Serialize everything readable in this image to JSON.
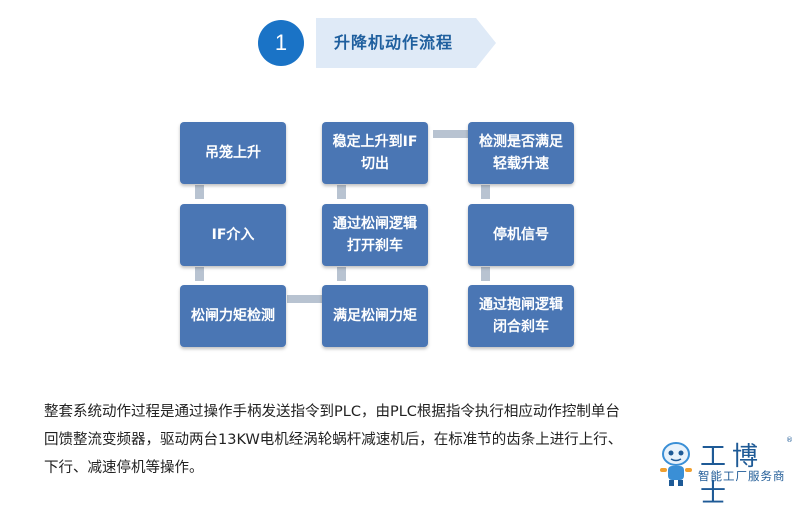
{
  "header": {
    "number": "1",
    "title": "升降机动作流程",
    "accent": "#1a73c6",
    "banner_color": "#dfeaf7"
  },
  "flow": {
    "node_color": "#4a76b4",
    "nodes": [
      {
        "label": "吊笼上升"
      },
      {
        "label": "IF介入"
      },
      {
        "label": "松闸力矩检测"
      },
      {
        "label": "满足松闸力矩"
      },
      {
        "label": "通过松闸逻辑\n打开刹车"
      },
      {
        "label": "稳定上升到IF\n切出"
      },
      {
        "label": "检测是否满足\n轻载升速"
      },
      {
        "label": "停机信号"
      },
      {
        "label": "通过抱闸逻辑\n闭合刹车"
      }
    ]
  },
  "description": {
    "lines": [
      "整套系统动作过程是通过操作手柄发送指令到PLC，由PLC根据指令执行相应动作控制单台",
      "回馈整流变频器，驱动两台13KW电机经涡轮蜗杆减速机后，在标准节的齿条上进行上行、",
      "下行、减速停机等操作。"
    ]
  },
  "logo": {
    "name": "工博士",
    "tagline": "智能工厂服务商",
    "registered": "®",
    "icon": "robot-mascot-icon"
  }
}
